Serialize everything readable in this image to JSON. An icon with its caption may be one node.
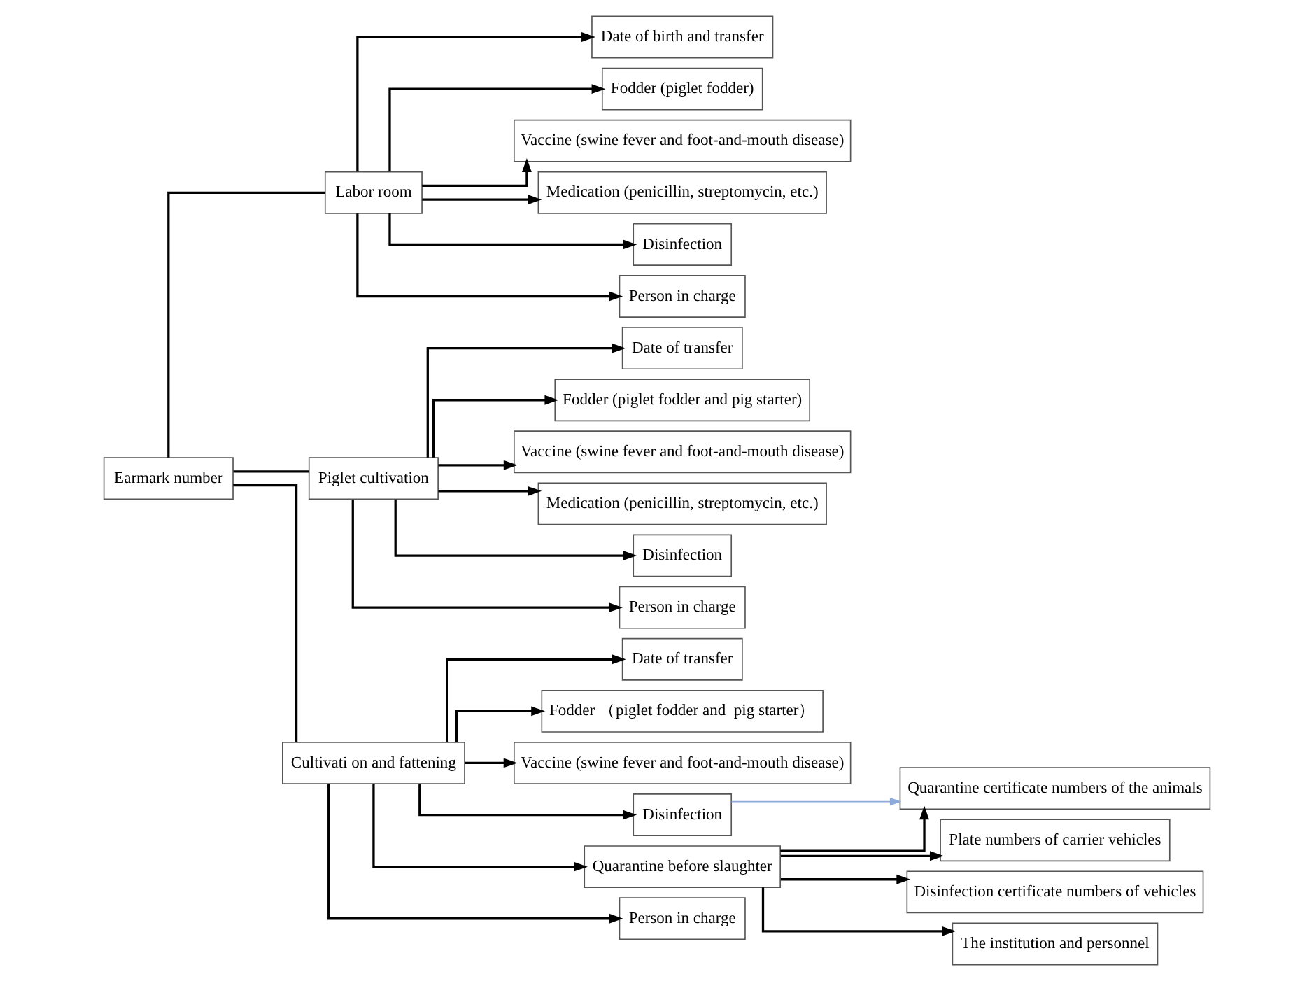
{
  "diagram": {
    "nodes": [
      {
        "text": [
          "Earmark number"
        ]
      },
      {
        "text": [
          "Labor room"
        ]
      },
      {
        "text": [
          "Date of birth and transfer"
        ]
      },
      {
        "text": [
          "Fodder (piglet fodder)"
        ]
      },
      {
        "text": [
          "Vaccine (swine fever and foot-and-mouth disease)"
        ]
      },
      {
        "text": [
          "Medication (penicillin, streptomycin, etc.)"
        ]
      },
      {
        "text": [
          "Disinfection"
        ]
      },
      {
        "text": [
          "Person in charge"
        ]
      },
      {
        "text": [
          "Piglet cultivation"
        ]
      },
      {
        "text": [
          "Date of transfer"
        ]
      },
      {
        "text": [
          "Fodder (piglet fodder and pig starter)"
        ]
      },
      {
        "text": [
          "Vaccine (swine fever and foot-and-mouth disease)"
        ]
      },
      {
        "text": [
          "Medication (penicillin, streptomycin, etc.)"
        ]
      },
      {
        "text": [
          "Disinfection"
        ]
      },
      {
        "text": [
          "Person in charge"
        ]
      },
      {
        "text": [
          "Cultivati on and fattening"
        ]
      },
      {
        "text": [
          "Date of transfer"
        ]
      },
      {
        "text": [
          "Fodder （piglet fodder and  pig starter）"
        ]
      },
      {
        "text": [
          "Vaccine (swine fever and foot-and-mouth disease)"
        ]
      },
      {
        "text": [
          "Disinfection"
        ]
      },
      {
        "text": [
          "Quarantine before slaughter"
        ]
      },
      {
        "text": [
          "Person in charge"
        ]
      },
      {
        "text": [
          "Plate numbers of carrier vehicles"
        ]
      },
      {
        "text": [
          "Quarantine certificate numbers of the animals"
        ]
      },
      {
        "text": [
          "Disinfection certificate numbers of vehicles"
        ]
      },
      {
        "text": [
          "The institution and personnel"
        ]
      }
    ],
    "edges": [
      {
        "from": 0,
        "to": 1,
        "arrow": "none"
      },
      {
        "from": 0,
        "to": 8,
        "arrow": "none"
      },
      {
        "from": 0,
        "to": 15,
        "arrow": "none"
      },
      {
        "from": 1,
        "to": 2,
        "arrow": "to"
      },
      {
        "from": 1,
        "to": 3,
        "arrow": "to"
      },
      {
        "from": 1,
        "to": 4,
        "arrow": "to"
      },
      {
        "from": 1,
        "to": 5,
        "arrow": "to"
      },
      {
        "from": 1,
        "to": 6,
        "arrow": "to"
      },
      {
        "from": 1,
        "to": 7,
        "arrow": "to"
      },
      {
        "from": 8,
        "to": 9,
        "arrow": "to"
      },
      {
        "from": 8,
        "to": 10,
        "arrow": "to"
      },
      {
        "from": 8,
        "to": 11,
        "arrow": "to"
      },
      {
        "from": 8,
        "to": 12,
        "arrow": "to"
      },
      {
        "from": 8,
        "to": 13,
        "arrow": "to"
      },
      {
        "from": 8,
        "to": 14,
        "arrow": "to"
      },
      {
        "from": 15,
        "to": 16,
        "arrow": "to"
      },
      {
        "from": 15,
        "to": 17,
        "arrow": "to"
      },
      {
        "from": 15,
        "to": 18,
        "arrow": "to"
      },
      {
        "from": 15,
        "to": 19,
        "arrow": "to"
      },
      {
        "from": 15,
        "to": 20,
        "arrow": "to"
      },
      {
        "from": 15,
        "to": 21,
        "arrow": "to"
      },
      {
        "from": 20,
        "to": 22,
        "arrow": "to"
      },
      {
        "from": 20,
        "to": 23,
        "arrow": "to"
      },
      {
        "from": 20,
        "to": 24,
        "arrow": "to"
      },
      {
        "from": 20,
        "to": 25,
        "arrow": "to"
      },
      {
        "from": 19,
        "to": 23,
        "arrow": "to",
        "color": "#8eaadb"
      }
    ]
  }
}
